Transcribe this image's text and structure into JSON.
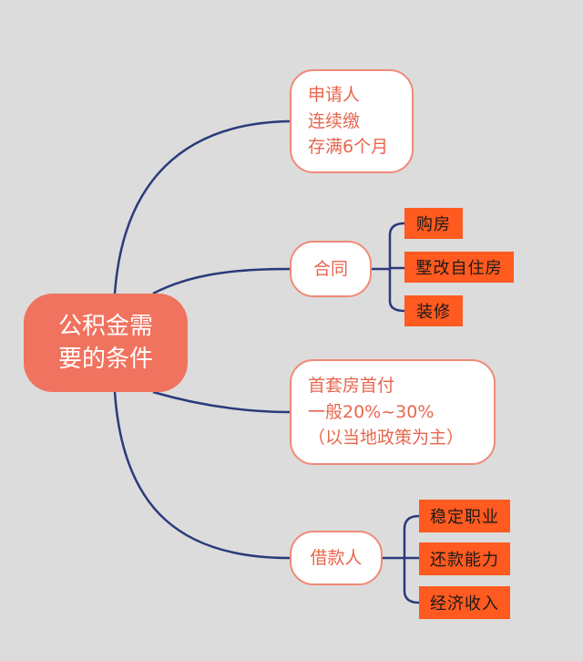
{
  "root": {
    "label": "公积金需\n要的条件"
  },
  "branches": [
    {
      "label": "申请人\n连续缴\n存满6个月",
      "children": []
    },
    {
      "label": "合同",
      "children": [
        "购房",
        "墅改自住房",
        "装修"
      ]
    },
    {
      "label": "首套房首付\n一般20%~30%\n（以当地政策为主）",
      "children": []
    },
    {
      "label": "借款人",
      "children": [
        "稳定职业",
        "还款能力",
        "经济收入"
      ]
    }
  ],
  "colors": {
    "background": "#dcdcdc",
    "root_fill": "#f0735f",
    "node_border": "#f08a78",
    "node_text": "#e8664e",
    "leaf_fill": "#ff5a1f",
    "connector": "#2b3a7a"
  }
}
